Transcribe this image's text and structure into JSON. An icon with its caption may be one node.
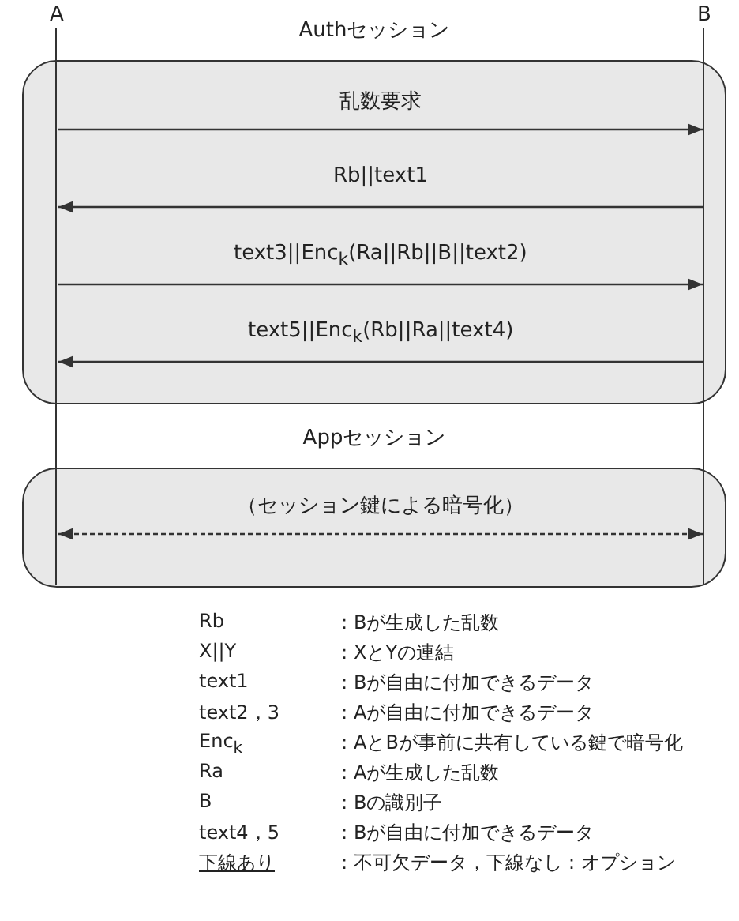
{
  "diagram": {
    "nodes": [
      {
        "text": [
          "A"
        ]
      },
      {
        "text": [
          "B"
        ]
      }
    ],
    "edges": [
      {
        "from": 0,
        "to": 1,
        "arrow": "to",
        "label": "乱数要求"
      },
      {
        "from": 1,
        "to": 0,
        "arrow": "to",
        "label": "Rb||text1"
      },
      {
        "from": 0,
        "to": 1,
        "arrow": "to",
        "label": "text3||Enc$_{k}$(Ra||Rb||B||text2)"
      },
      {
        "from": 1,
        "to": 0,
        "arrow": "to",
        "label": "text5||Enc$_{k}$(Rb||Ra||text4)"
      },
      {
        "from": 0,
        "to": 1,
        "arrow": "both",
        "style": "dashed",
        "label": "（セッション鍵による暗号化）"
      }
    ],
    "labels": [
      "Authセッション",
      "Appセッション",
      "Rb",
      "：Bが生成した乱数",
      "X||Y",
      "：XとYの連結",
      "text1",
      "：Bが自由に付加できるデータ",
      "text2，3",
      "：Aが自由に付加できるデータ",
      "Enc$_{k}$",
      "：AとBが事前に共有している鍵で暗号化",
      "Ra",
      "：Aが生成した乱数",
      "B",
      "：Bの識別子",
      "text4，5",
      "：Bが自由に付加できるデータ",
      "下線あり",
      "：不可欠データ，下線なし：オプション"
    ]
  }
}
